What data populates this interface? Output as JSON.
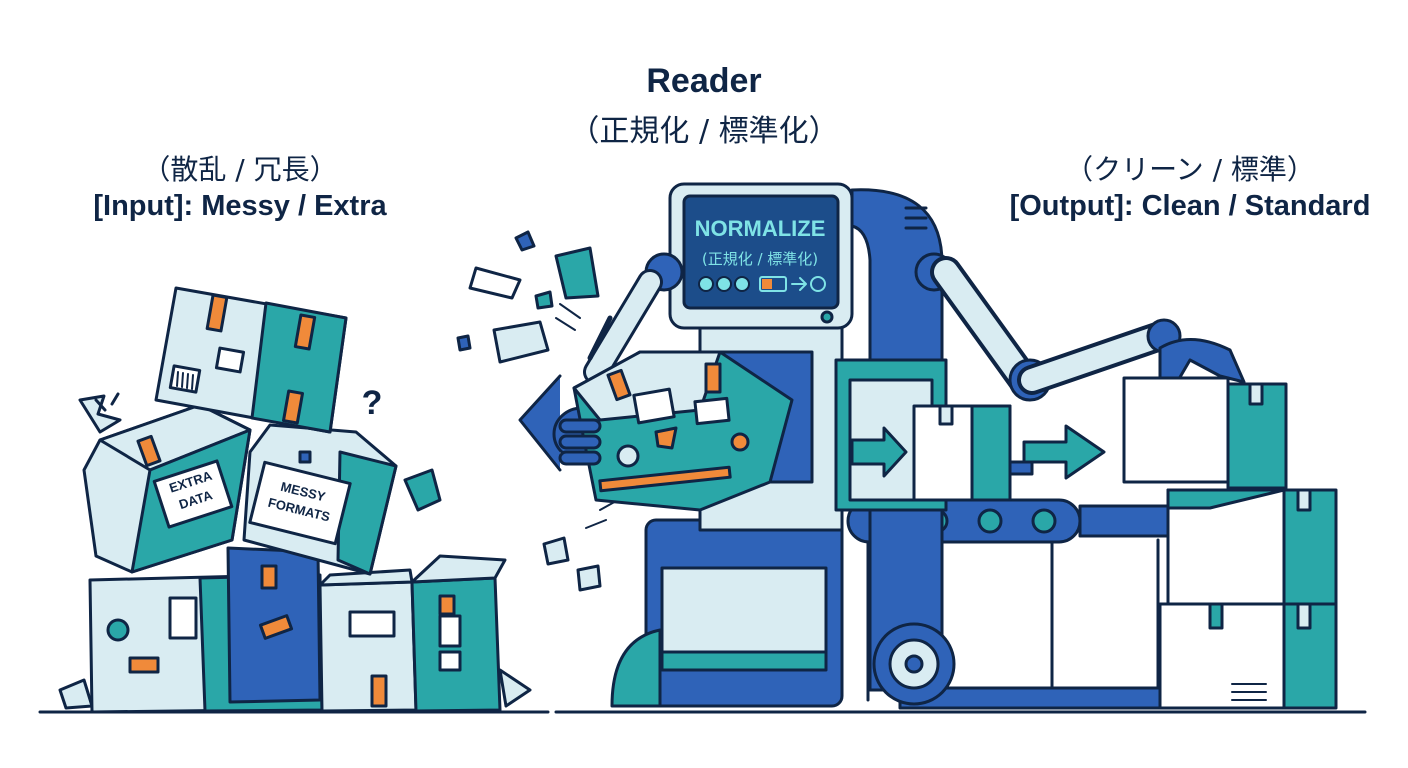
{
  "reader": {
    "title": "Reader",
    "subtitle": "（正規化 / 標準化）"
  },
  "input": {
    "subtitle": "（散乱 / 冗長）",
    "title": "[Input]: Messy / Extra",
    "box_labels": [
      "EXTRA",
      "DATA",
      "MESSY",
      "FORMATS"
    ],
    "question_mark": "?"
  },
  "output": {
    "subtitle": "（クリーン / 標準）",
    "title": "[Output]: Clean / Standard"
  },
  "screen": {
    "title": "NORMALIZE",
    "subtitle": "(正規化 / 標準化)"
  },
  "colors": {
    "ink": "#0f2545",
    "blue": "#2f63b8",
    "teal": "#2aa7a8",
    "light": "#d9ecf2",
    "orange": "#f08a3a",
    "screen_text": "#7fe3e6"
  }
}
